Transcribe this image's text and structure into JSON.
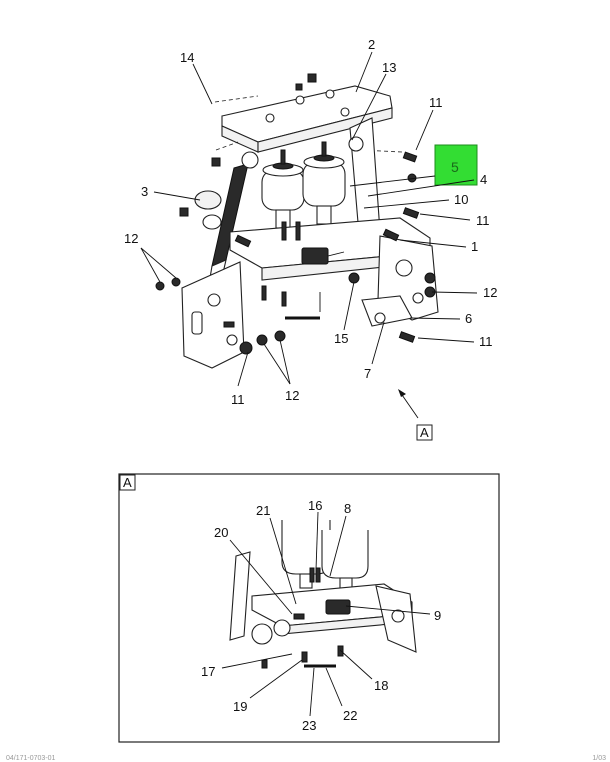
{
  "diagram": {
    "callouts_main": [
      "14",
      "2",
      "13",
      "11",
      "5",
      "4",
      "3",
      "10",
      "11",
      "1",
      "12",
      "12",
      "6",
      "11",
      "15",
      "7",
      "11",
      "12",
      "A"
    ],
    "callouts_detail": [
      "A",
      "21",
      "16",
      "8",
      "20",
      "9",
      "17",
      "18",
      "19",
      "23",
      "22"
    ],
    "highlight_color": "#33dd33"
  },
  "footer": {
    "left": "04/171-0703-01",
    "right": "1/03"
  }
}
